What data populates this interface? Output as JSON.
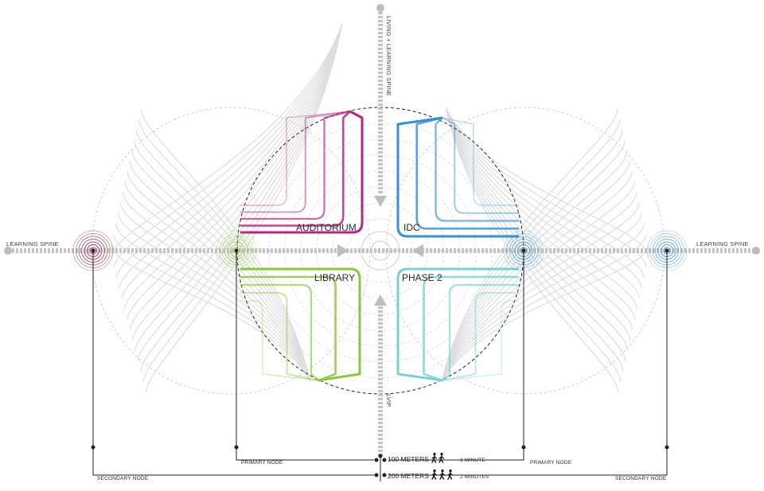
{
  "labels": {
    "spine_left": "LEARNING SPINE",
    "spine_right": "LEARNING SPINE",
    "spine_top": "LIVING + LEARNING SPINE",
    "spine_bottom": "LVIP",
    "auditorium": "AUDITORIUM",
    "idc": "IDC",
    "library": "LIBRARY",
    "phase2": "PHASE 2",
    "primary_node_left": "PRIMARY NODE",
    "primary_node_right": "PRIMARY NODE",
    "secondary_node_left": "SECONDARY NODE",
    "secondary_node_right": "SECONDARY NODE"
  },
  "scale": {
    "row1_distance": "100 METERS",
    "row1_time": "1 MINUTE",
    "row2_distance": "200 METERS",
    "row2_time": "2 MINUTES"
  },
  "icons": {
    "walker": "walking-person-icon"
  },
  "colors": {
    "auditorium": "#b5267d",
    "idc": "#3a8fcc",
    "library": "#8cc63f",
    "phase2": "#7ccfd6",
    "spine": "#bdbdbd",
    "faint": "#dedede",
    "node_line": "#222222"
  }
}
